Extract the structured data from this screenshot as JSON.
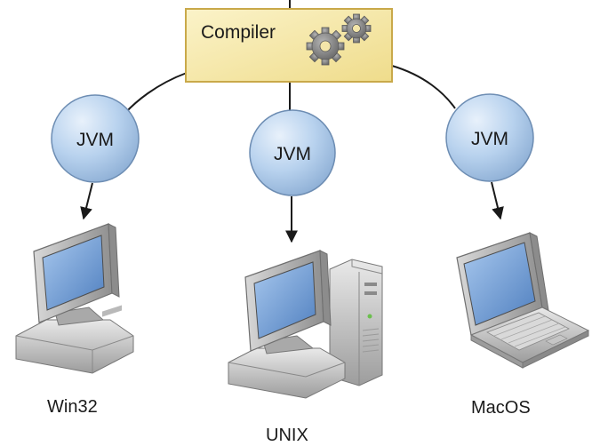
{
  "compiler": {
    "label": "Compiler",
    "icon": "gears-icon",
    "fill_color": "#f6e7a6",
    "border_color": "#c9a94a"
  },
  "jvm_nodes": [
    {
      "label": "JVM",
      "target": "Win32"
    },
    {
      "label": "JVM",
      "target": "UNIX"
    },
    {
      "label": "JVM",
      "target": "MacOS"
    }
  ],
  "platforms": [
    {
      "label": "Win32",
      "icon": "desktop-monitor-icon"
    },
    {
      "label": "UNIX",
      "icon": "desktop-tower-icon"
    },
    {
      "label": "MacOS",
      "icon": "laptop-icon"
    }
  ],
  "colors": {
    "jvm_circle": "#b8d2ee",
    "jvm_circle_border": "#6d8db3",
    "screen": "#6f9fd8",
    "device_gray": "#c4c4c4"
  }
}
